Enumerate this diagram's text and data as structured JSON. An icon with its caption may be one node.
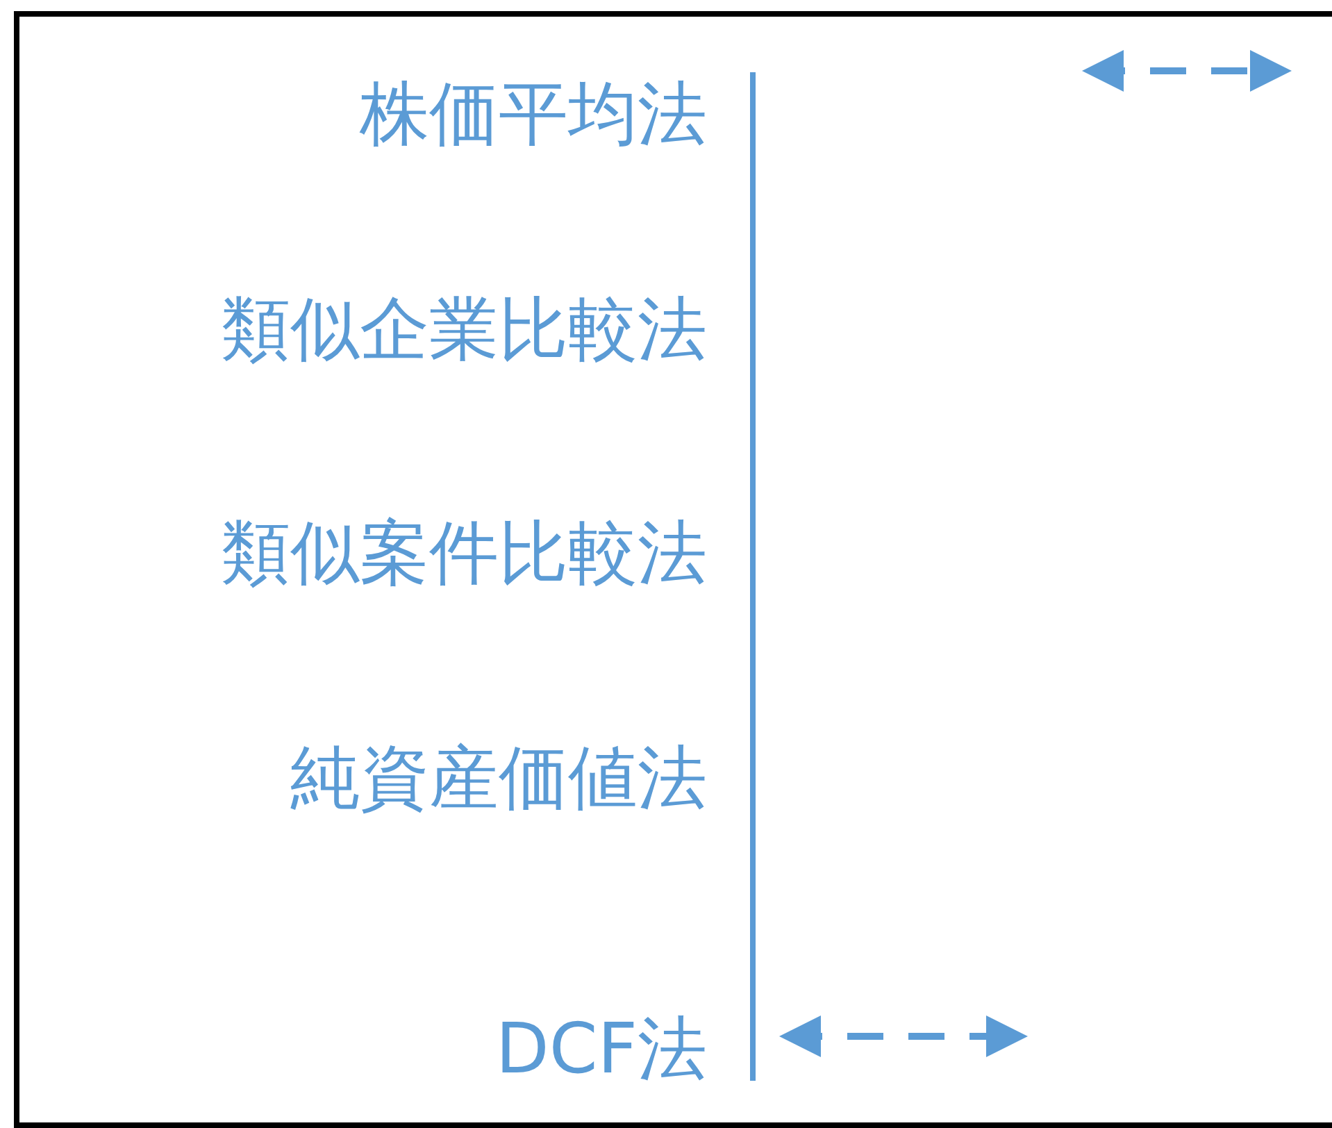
{
  "diagram": {
    "labels": [
      "株価平均法",
      "類似企業比較法",
      "類似案件比較法",
      "純資産価値法",
      "DCF法"
    ]
  }
}
